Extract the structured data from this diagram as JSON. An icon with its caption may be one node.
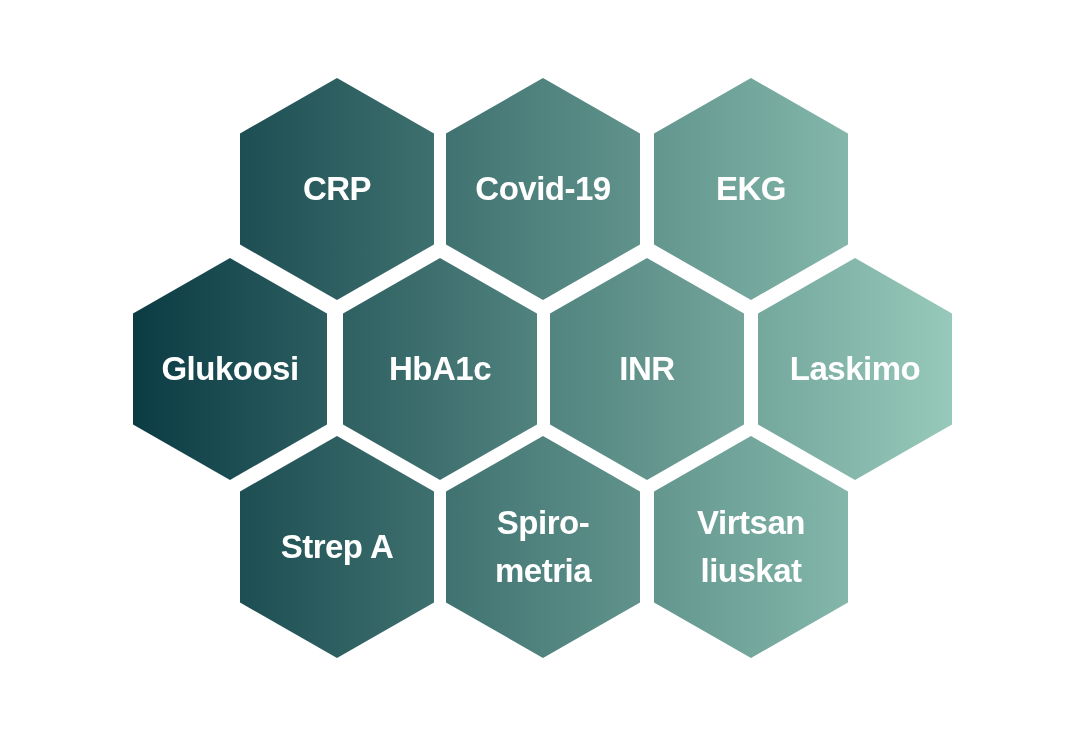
{
  "diagram": {
    "nodes": [
      {
        "text": [
          "CRP"
        ]
      },
      {
        "text": [
          "Covid-19"
        ]
      },
      {
        "text": [
          "EKG"
        ]
      },
      {
        "text": [
          "Glukoosi"
        ]
      },
      {
        "text": [
          "HbA1c"
        ]
      },
      {
        "text": [
          "INR"
        ]
      },
      {
        "text": [
          "Laskimo"
        ]
      },
      {
        "text": [
          "Strep A"
        ]
      },
      {
        "text": [
          "Spiro- metria"
        ]
      },
      {
        "text": [
          "Virtsan liuskat"
        ]
      }
    ]
  }
}
